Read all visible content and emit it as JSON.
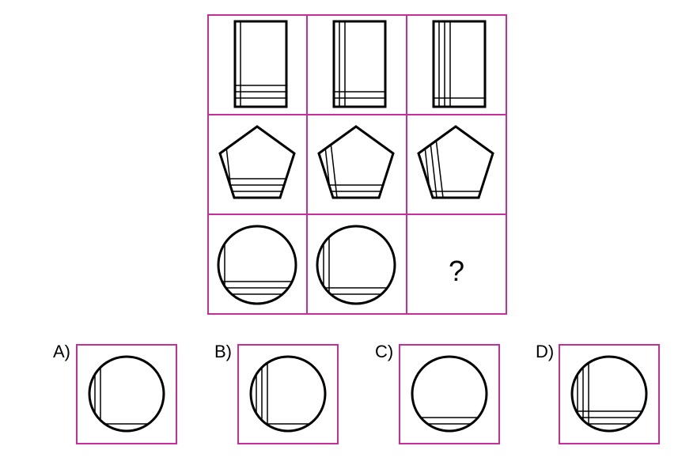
{
  "puzzle": {
    "question_mark": "?",
    "border_color": "#c62f9a",
    "shape_stroke_color": "#000000"
  },
  "options": [
    {
      "label": "A)"
    },
    {
      "label": "B)"
    },
    {
      "label": "C)"
    },
    {
      "label": "D)"
    }
  ]
}
